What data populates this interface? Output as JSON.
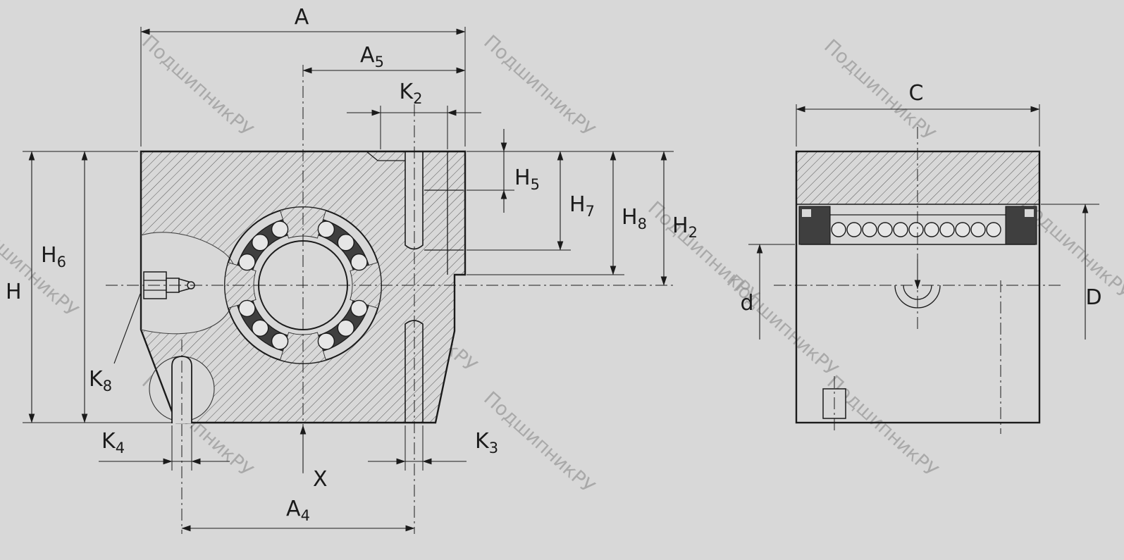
{
  "page": {
    "background": "#d8d8d8",
    "line_color": "#1b1b1b",
    "watermark_color": "#8b8b8b",
    "cage_color": "#3f3f3f"
  },
  "watermark": {
    "text": "ПодшипникРУ"
  },
  "dimensions": {
    "A": {
      "main": "A",
      "sub": ""
    },
    "A5": {
      "main": "A",
      "sub": "5"
    },
    "K2": {
      "main": "K",
      "sub": "2"
    },
    "H5": {
      "main": "H",
      "sub": "5"
    },
    "H7": {
      "main": "H",
      "sub": "7"
    },
    "H8": {
      "main": "H",
      "sub": "8"
    },
    "H2": {
      "main": "H",
      "sub": "2"
    },
    "H6": {
      "main": "H",
      "sub": "6"
    },
    "H": {
      "main": "H",
      "sub": ""
    },
    "K8": {
      "main": "K",
      "sub": "8"
    },
    "K4": {
      "main": "K",
      "sub": "4"
    },
    "X": {
      "main": "X",
      "sub": ""
    },
    "A4": {
      "main": "A",
      "sub": "4"
    },
    "K3": {
      "main": "K",
      "sub": "3"
    },
    "C": {
      "main": "C",
      "sub": ""
    },
    "d": {
      "main": "d",
      "sub": ""
    },
    "D": {
      "main": "D",
      "sub": ""
    }
  }
}
